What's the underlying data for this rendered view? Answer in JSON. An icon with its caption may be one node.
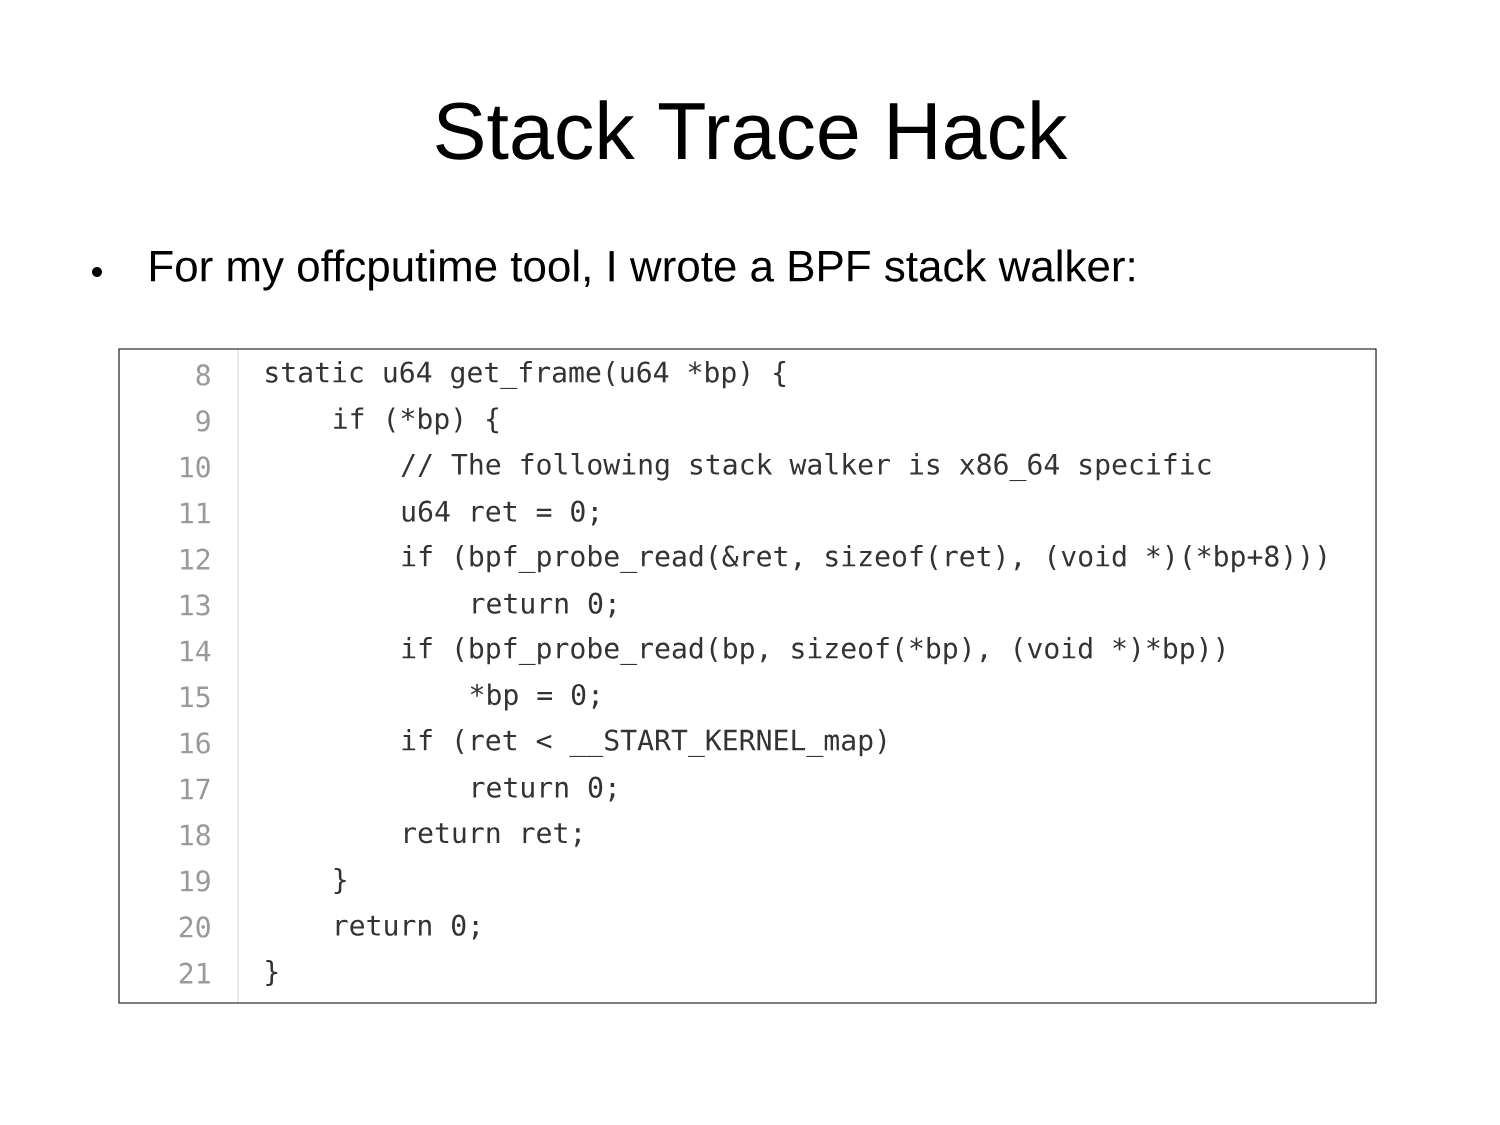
{
  "diagram": {
    "title": "Stack Trace Hack",
    "labels": [
      "For my offcputime tool, I wrote a BPF stack walker:",
      "8",
      "static u64 get_frame(u64 *bp) {",
      "9",
      "if (*bp) {",
      "10",
      "// The following stack walker is x86_64 specific",
      "11",
      "u64 ret = 0;",
      "12",
      "if (bpf_probe_read(&ret, sizeof(ret), (void *)(*bp+8)))",
      "13",
      "return 0;",
      "14",
      "if (bpf_probe_read(bp, sizeof(*bp), (void *)*bp))",
      "15",
      "*bp = 0;",
      "16",
      "if (ret < __START_KERNEL_map)",
      "17",
      "return 0;",
      "18",
      "return ret;",
      "19",
      "}",
      "20",
      "return 0;",
      "21",
      "}"
    ]
  }
}
